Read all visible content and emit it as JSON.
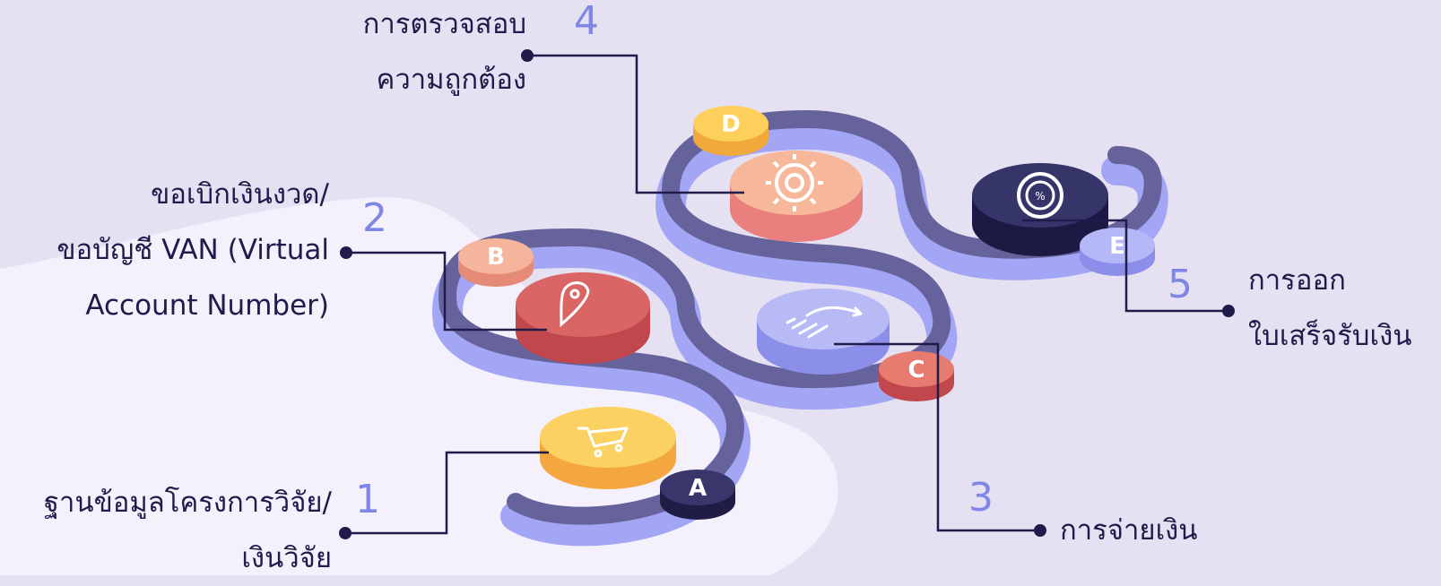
{
  "steps": [
    {
      "number": "1",
      "coin_letter": "A",
      "icon": "shopping-cart-icon",
      "label_lines": [
        "ฐานข้อมูลโครงการวิจัย/",
        "เงินวิจัย"
      ]
    },
    {
      "number": "2",
      "coin_letter": "B",
      "icon": "map-pin-icon",
      "label_lines": [
        "ขอเบิกเงินงวด/",
        "ขอบัญชี VAN (Virtual",
        "Account Number)"
      ]
    },
    {
      "number": "3",
      "coin_letter": "C",
      "icon": "growth-chart-icon",
      "label_lines": [
        "การจ่ายเงิน"
      ]
    },
    {
      "number": "4",
      "coin_letter": "D",
      "icon": "gear-icon",
      "label_lines": [
        "การตรวจสอบ",
        "ความถูกต้อง"
      ]
    },
    {
      "number": "5",
      "coin_letter": "E",
      "icon": "percent-target-icon",
      "label_lines": [
        "การออก",
        "ใบเสร็จรับเงิน"
      ]
    }
  ],
  "colors": {
    "background": "#e6e1f2",
    "backdrop_blob": "#f4f1fd",
    "track_top": "#66639c",
    "track_side": "#a3a6f4",
    "label_text": "#1f1b4b",
    "number_text": "#7f86e6",
    "connector": "#1f1b4b"
  }
}
